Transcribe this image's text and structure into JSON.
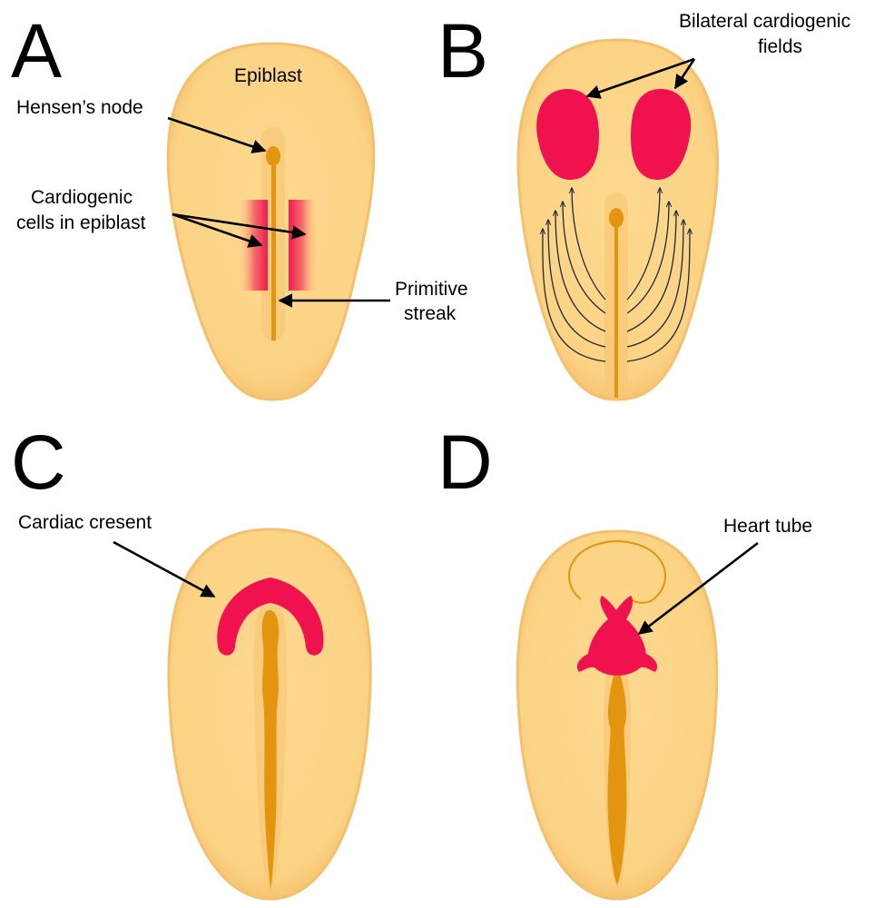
{
  "panels": [
    {
      "letter": "A",
      "labels": {
        "epiblast": "Epiblast",
        "hensens_node": "Hensen’s node",
        "cardiogenic_line1": "Cardiogenic",
        "cardiogenic_line2": "cells in epiblast",
        "primitive_line1": "Primitive",
        "primitive_line2": "streak"
      }
    },
    {
      "letter": "B",
      "labels": {
        "bilateral_line1": "Bilateral cardiogenic",
        "bilateral_line2": "fields"
      }
    },
    {
      "letter": "C",
      "labels": {
        "cardiac_crescent": "Cardiac cresent"
      }
    },
    {
      "letter": "D",
      "labels": {
        "heart_tube": "Heart tube"
      }
    }
  ],
  "colors": {
    "embryo_fill": "#fcd68a",
    "embryo_glow": "#f3be6a",
    "streak": "#e3950f",
    "streak_groove": "#f6c878",
    "cardiogenic": "#f0124f",
    "arrow": "#000000"
  },
  "icons": [
    "embryo-shape",
    "primitive-streak",
    "hensens-node",
    "cardiogenic-field",
    "migration-arrow",
    "pointer-arrow"
  ]
}
